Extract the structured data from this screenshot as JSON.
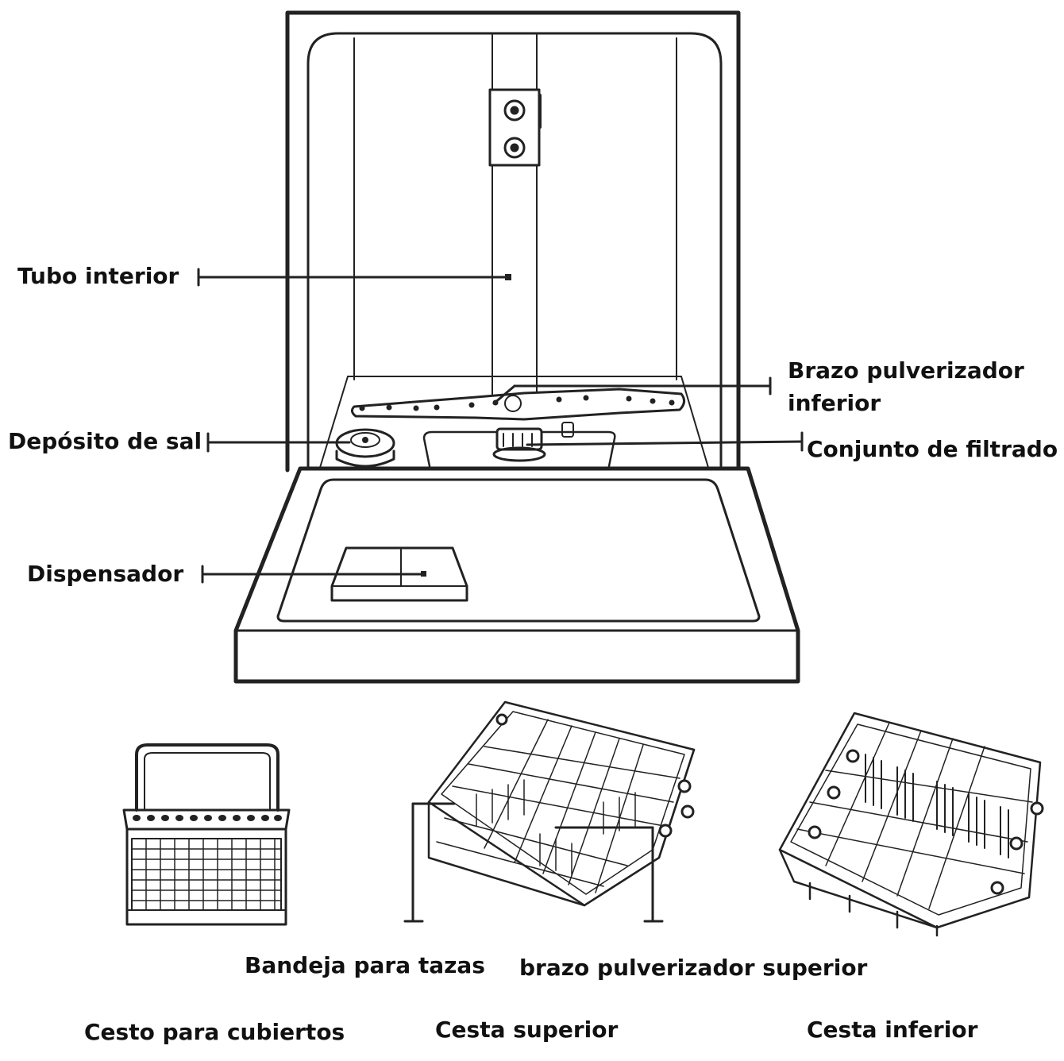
{
  "labels": {
    "tubo_interior": "Tubo interior",
    "brazo_inferior_line1": "Brazo pulverizador",
    "brazo_inferior_line2": "inferior",
    "deposito_sal": "Depósito de sal",
    "conjunto_filtrado": "Conjunto de filtrado",
    "dispensador": "Dispensador",
    "bandeja_tazas": "Bandeja para tazas",
    "brazo_superior": "brazo pulverizador superior",
    "cesto_cubiertos": "Cesto para cubiertos",
    "cesta_superior": "Cesta superior",
    "cesta_inferior": "Cesta inferior"
  },
  "colors": {
    "line": "#222222",
    "text": "#111111",
    "background": "#ffffff"
  }
}
